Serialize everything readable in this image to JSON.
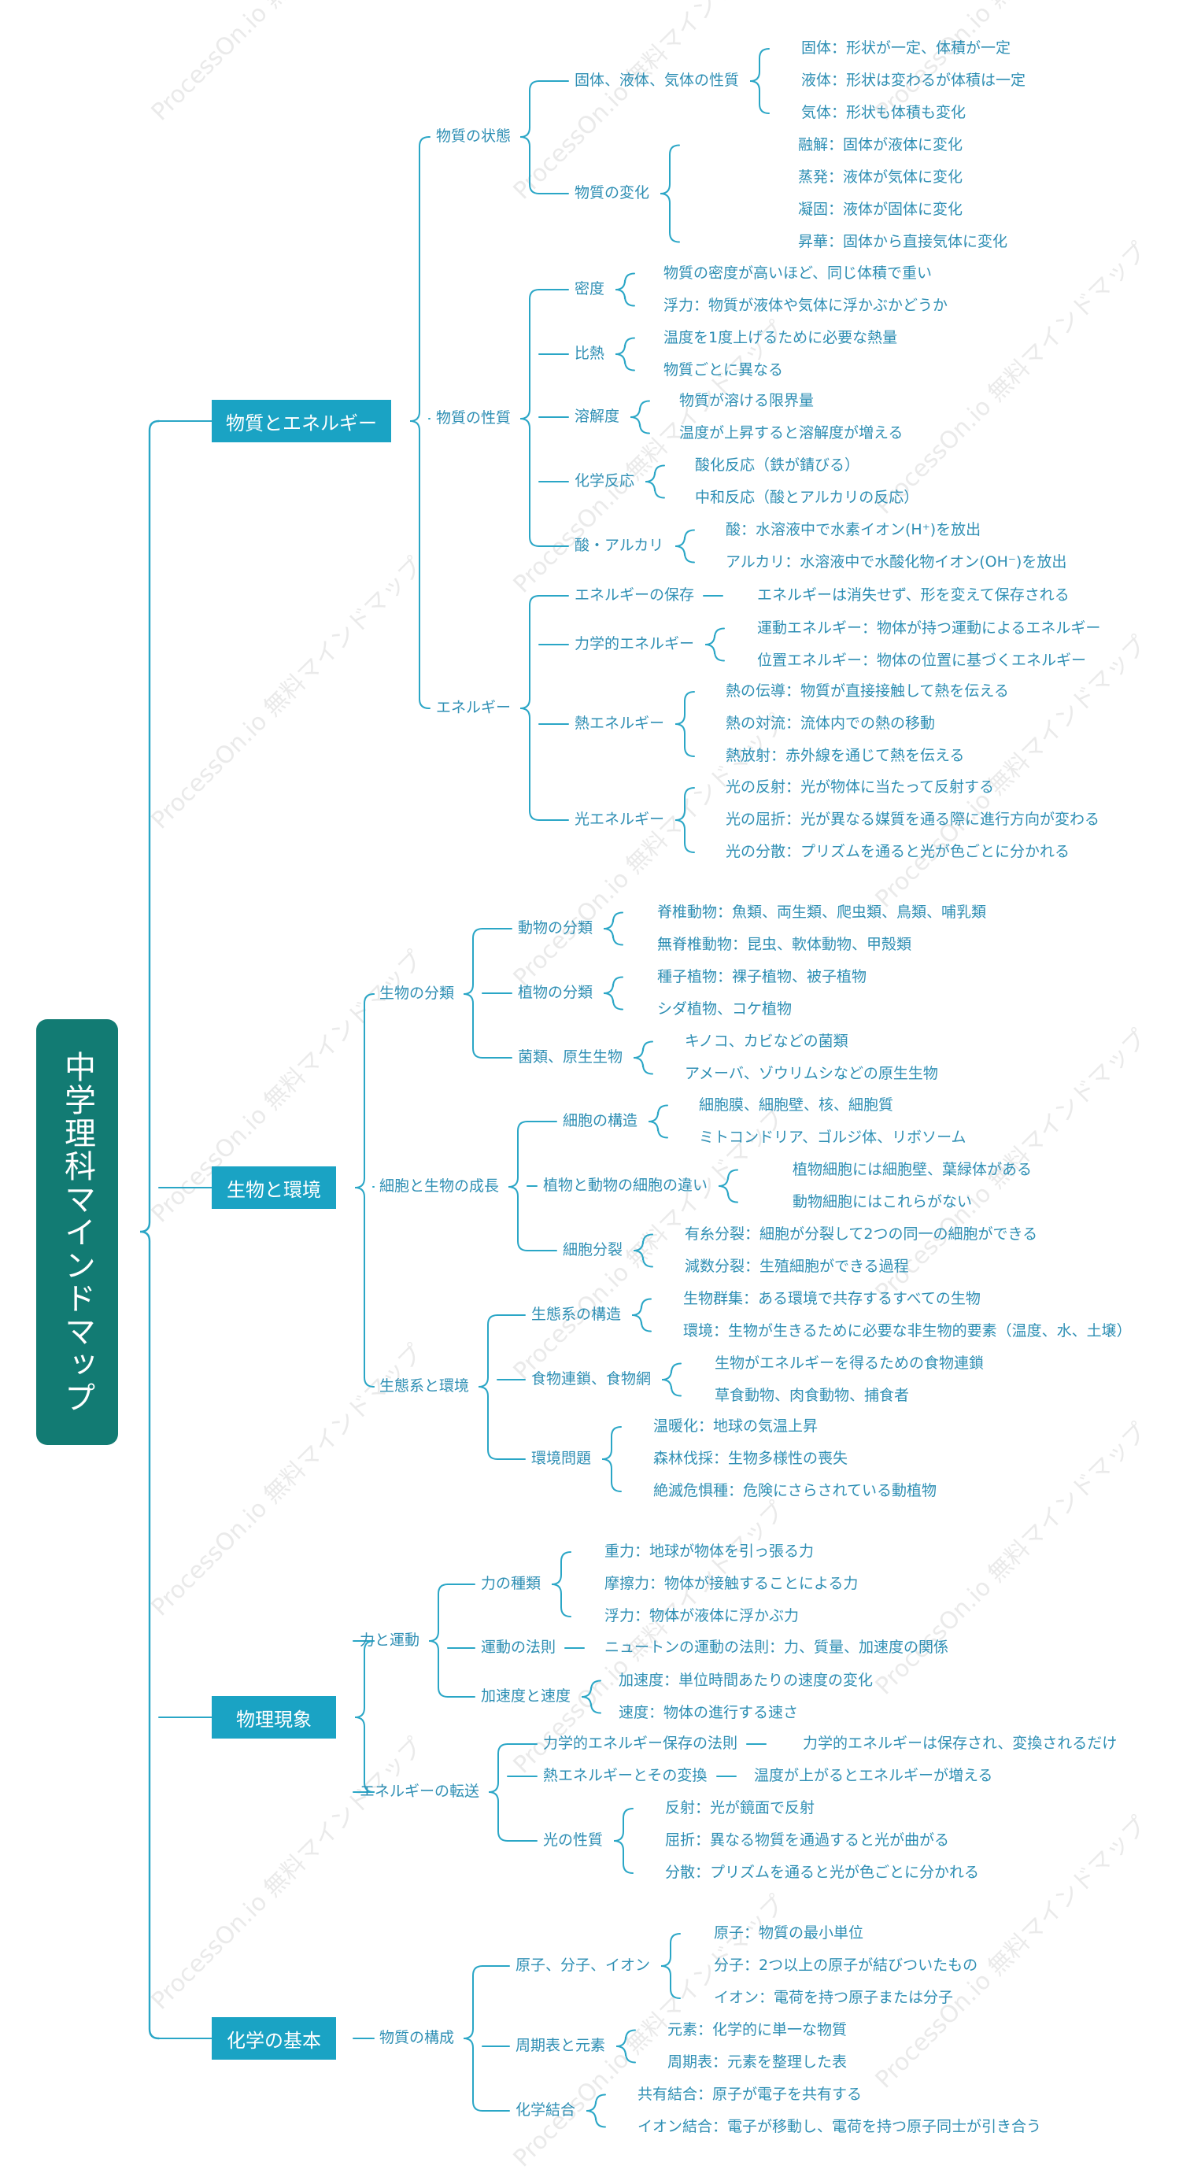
{
  "watermark": "ProcessOn.io 無料マインドマップ",
  "colors": {
    "accent": "#1aa3c4",
    "root_bg": "#127b73",
    "text": "#2f8fb4",
    "line": "#2aa6c6"
  },
  "root": {
    "title": "中学理科マインドマップ"
  },
  "branches": [
    {
      "title": "物質とエネルギー",
      "children": [
        {
          "title": "物質の状態",
          "children": [
            {
              "title": "固体、液体、気体の性質",
              "children": [
                {
                  "title": "固体：形状が一定、体積が一定"
                },
                {
                  "title": "液体：形状は変わるが体積は一定"
                },
                {
                  "title": "気体：形状も体積も変化"
                }
              ]
            },
            {
              "title": "物質の変化",
              "children": [
                {
                  "title": "融解：固体が液体に変化"
                },
                {
                  "title": "蒸発：液体が気体に変化"
                },
                {
                  "title": "凝固：液体が固体に変化"
                },
                {
                  "title": "昇華：固体から直接気体に変化"
                }
              ]
            }
          ]
        },
        {
          "title": "物質の性質",
          "children": [
            {
              "title": "密度",
              "children": [
                {
                  "title": "物質の密度が高いほど、同じ体積で重い"
                },
                {
                  "title": "浮力：物質が液体や気体に浮かぶかどうか"
                }
              ]
            },
            {
              "title": "比熱",
              "children": [
                {
                  "title": "温度を1度上げるために必要な熱量"
                },
                {
                  "title": "物質ごとに異なる"
                }
              ]
            },
            {
              "title": "溶解度",
              "children": [
                {
                  "title": "物質が溶ける限界量"
                },
                {
                  "title": "温度が上昇すると溶解度が増える"
                }
              ]
            },
            {
              "title": "化学反応",
              "children": [
                {
                  "title": "酸化反応（鉄が錆びる）"
                },
                {
                  "title": "中和反応（酸とアルカリの反応）"
                }
              ]
            },
            {
              "title": "酸・アルカリ",
              "children": [
                {
                  "title": "酸：水溶液中で水素イオン(H⁺)を放出"
                },
                {
                  "title": "アルカリ：水溶液中で水酸化物イオン(OH⁻)を放出"
                }
              ]
            }
          ]
        },
        {
          "title": "エネルギー",
          "children": [
            {
              "title": "エネルギーの保存",
              "children": [
                {
                  "title": "エネルギーは消失せず、形を変えて保存される"
                }
              ]
            },
            {
              "title": "力学的エネルギー",
              "children": [
                {
                  "title": "運動エネルギー：物体が持つ運動によるエネルギー"
                },
                {
                  "title": "位置エネルギー：物体の位置に基づくエネルギー"
                }
              ]
            },
            {
              "title": "熱エネルギー",
              "children": [
                {
                  "title": "熱の伝導：物質が直接接触して熱を伝える"
                },
                {
                  "title": "熱の対流：流体内での熱の移動"
                },
                {
                  "title": "熱放射：赤外線を通じて熱を伝える"
                }
              ]
            },
            {
              "title": "光エネルギー",
              "children": [
                {
                  "title": "光の反射：光が物体に当たって反射する"
                },
                {
                  "title": "光の屈折：光が異なる媒質を通る際に進行方向が変わる"
                },
                {
                  "title": "光の分散：プリズムを通ると光が色ごとに分かれる"
                }
              ]
            }
          ]
        }
      ]
    },
    {
      "title": "生物と環境",
      "children": [
        {
          "title": "生物の分類",
          "children": [
            {
              "title": "動物の分類",
              "children": [
                {
                  "title": "脊椎動物：魚類、両生類、爬虫類、鳥類、哺乳類"
                },
                {
                  "title": "無脊椎動物：昆虫、軟体動物、甲殻類"
                }
              ]
            },
            {
              "title": "植物の分類",
              "children": [
                {
                  "title": "種子植物：裸子植物、被子植物"
                },
                {
                  "title": "シダ植物、コケ植物"
                }
              ]
            },
            {
              "title": "菌類、原生生物",
              "children": [
                {
                  "title": "キノコ、カビなどの菌類"
                },
                {
                  "title": "アメーバ、ゾウリムシなどの原生生物"
                }
              ]
            }
          ]
        },
        {
          "title": "細胞と生物の成長",
          "children": [
            {
              "title": "細胞の構造",
              "children": [
                {
                  "title": "細胞膜、細胞壁、核、細胞質"
                },
                {
                  "title": "ミトコンドリア、ゴルジ体、リボソーム"
                }
              ]
            },
            {
              "title": "植物と動物の細胞の違い",
              "children": [
                {
                  "title": "植物細胞には細胞壁、葉緑体がある"
                },
                {
                  "title": "動物細胞にはこれらがない"
                }
              ]
            },
            {
              "title": "細胞分裂",
              "children": [
                {
                  "title": "有糸分裂：細胞が分裂して2つの同一の細胞ができる"
                },
                {
                  "title": "減数分裂：生殖細胞ができる過程"
                }
              ]
            }
          ]
        },
        {
          "title": "生態系と環境",
          "children": [
            {
              "title": "生態系の構造",
              "children": [
                {
                  "title": "生物群集：ある環境で共存するすべての生物"
                },
                {
                  "title": "環境：生物が生きるために必要な非生物的要素（温度、水、土壌）"
                }
              ]
            },
            {
              "title": "食物連鎖、食物網",
              "children": [
                {
                  "title": "生物がエネルギーを得るための食物連鎖"
                },
                {
                  "title": "草食動物、肉食動物、捕食者"
                }
              ]
            },
            {
              "title": "環境問題",
              "children": [
                {
                  "title": "温暖化：地球の気温上昇"
                },
                {
                  "title": "森林伐採：生物多様性の喪失"
                },
                {
                  "title": "絶滅危惧種：危険にさらされている動植物"
                }
              ]
            }
          ]
        }
      ]
    },
    {
      "title": "物理現象",
      "children": [
        {
          "title": "力と運動",
          "children": [
            {
              "title": "力の種類",
              "children": [
                {
                  "title": "重力：地球が物体を引っ張る力"
                },
                {
                  "title": "摩擦力：物体が接触することによる力"
                },
                {
                  "title": "浮力：物体が液体に浮かぶ力"
                }
              ]
            },
            {
              "title": "運動の法則",
              "children": [
                {
                  "title": "ニュートンの運動の法則：力、質量、加速度の関係"
                }
              ]
            },
            {
              "title": "加速度と速度",
              "children": [
                {
                  "title": "加速度：単位時間あたりの速度の変化"
                },
                {
                  "title": "速度：物体の進行する速さ"
                }
              ]
            }
          ]
        },
        {
          "title": "エネルギーの転送",
          "children": [
            {
              "title": "力学的エネルギー保存の法則",
              "children": [
                {
                  "title": "力学的エネルギーは保存され、変換されるだけ"
                }
              ]
            },
            {
              "title": "熱エネルギーとその変換",
              "children": [
                {
                  "title": "温度が上がるとエネルギーが増える"
                }
              ]
            },
            {
              "title": "光の性質",
              "children": [
                {
                  "title": "反射：光が鏡面で反射"
                },
                {
                  "title": "屈折：異なる物質を通過すると光が曲がる"
                },
                {
                  "title": "分散：プリズムを通ると光が色ごとに分かれる"
                }
              ]
            }
          ]
        }
      ]
    },
    {
      "title": "化学の基本",
      "children": [
        {
          "title": "物質の構成",
          "children": [
            {
              "title": "原子、分子、イオン",
              "children": [
                {
                  "title": "原子：物質の最小単位"
                },
                {
                  "title": "分子：2つ以上の原子が結びついたもの"
                },
                {
                  "title": "イオン：電荷を持つ原子または分子"
                }
              ]
            },
            {
              "title": "周期表と元素",
              "children": [
                {
                  "title": "元素：化学的に単一な物質"
                },
                {
                  "title": "周期表：元素を整理した表"
                }
              ]
            },
            {
              "title": "化学結合",
              "children": [
                {
                  "title": "共有結合：原子が電子を共有する"
                },
                {
                  "title": "イオン結合：電子が移動し、電荷を持つ原子同士が引き合う"
                }
              ]
            }
          ]
        }
      ]
    }
  ]
}
